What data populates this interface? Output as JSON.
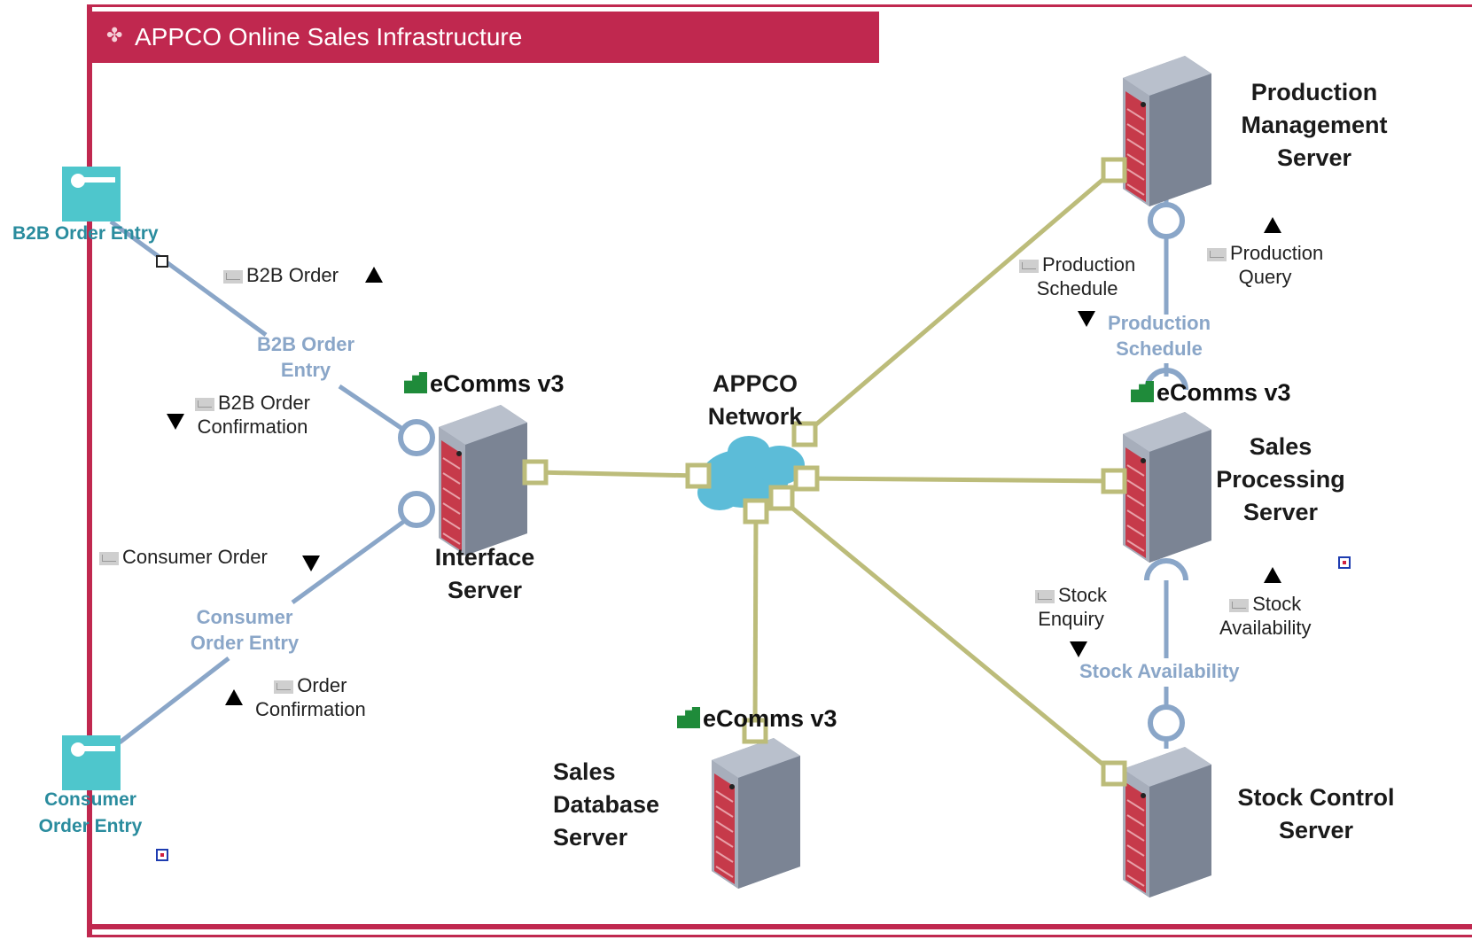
{
  "title": "APPCO Online Sales Infrastructure",
  "colors": {
    "frame": "#c0284f",
    "network_link": "#bcbc7a",
    "interface_link": "#8aa6c8",
    "actor": "#4ec6cc",
    "actor_text": "#2a8c9e"
  },
  "actors": {
    "b2b": "B2B Order Entry",
    "consumer_line1": "Consumer",
    "consumer_line2": "Order Entry"
  },
  "nodes": {
    "interface_server": [
      "Interface",
      "Server"
    ],
    "network": [
      "APPCO",
      "Network"
    ],
    "production_server": [
      "Production",
      "Management",
      "Server"
    ],
    "sales_processing": [
      "Sales",
      "Processing",
      "Server"
    ],
    "sales_database": [
      "Sales",
      "Database",
      "Server"
    ],
    "stock_control": [
      "Stock Control",
      "Server"
    ]
  },
  "software": {
    "interface": "eComms v3",
    "sales_processing": "eComms v3",
    "sales_database": "eComms v3"
  },
  "interfaces": {
    "b2b": [
      "B2B Order",
      "Entry"
    ],
    "consumer": [
      "Consumer",
      "Order Entry"
    ],
    "production": [
      "Production",
      "Schedule"
    ],
    "stock": "Stock Availability"
  },
  "messages": {
    "b2b_order": "B2B Order",
    "b2b_confirmation": [
      "B2B Order",
      "Confirmation"
    ],
    "consumer_order": "Consumer Order",
    "order_confirmation": [
      "Order",
      "Confirmation"
    ],
    "production_schedule": [
      "Production",
      "Schedule"
    ],
    "production_query": [
      "Production",
      "Query"
    ],
    "stock_enquiry": [
      "Stock",
      "Enquiry"
    ],
    "stock_availability": [
      "Stock",
      "Availability"
    ]
  }
}
